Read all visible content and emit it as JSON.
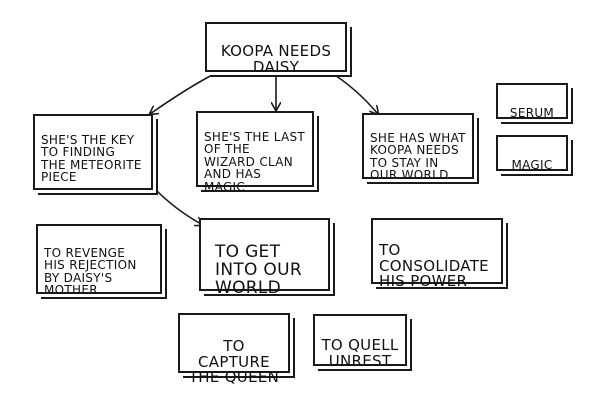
{
  "diagram": {
    "nodes": [
      {
        "id": "koopa-needs-daisy",
        "text": "KOOPA NEEDS\nDAISY"
      },
      {
        "id": "key-to-meteorite",
        "text": "SHE'S THE KEY\nTO FINDING\nTHE METEORITE\nPIECE"
      },
      {
        "id": "last-of-wizard-clan",
        "text": "SHE'S THE LAST\nOF THE\nWIZARD CLAN\nAND HAS MAGIC"
      },
      {
        "id": "has-what-koopa-needs",
        "text": "SHE HAS WHAT\nKOOPA NEEDS\nTO STAY IN\nOUR WORLD"
      },
      {
        "id": "serum",
        "text": "SERUM"
      },
      {
        "id": "magic",
        "text": "MAGIC"
      },
      {
        "id": "revenge-rejection",
        "text": "TO REVENGE\nHIS REJECTION\nBY DAISY'S MOTHER"
      },
      {
        "id": "get-into-our-world",
        "text": "TO GET\nINTO OUR\nWORLD"
      },
      {
        "id": "consolidate-power",
        "text": "TO CONSOLIDATE\nHIS POWER"
      },
      {
        "id": "capture-queen",
        "text": "TO CAPTURE\nTHE QUEEN"
      },
      {
        "id": "quell-unrest",
        "text": "TO QUELL\nUNREST"
      }
    ],
    "edges": [
      {
        "from": "koopa-needs-daisy",
        "to": "key-to-meteorite"
      },
      {
        "from": "koopa-needs-daisy",
        "to": "last-of-wizard-clan"
      },
      {
        "from": "koopa-needs-daisy",
        "to": "has-what-koopa-needs"
      },
      {
        "from": "key-to-meteorite",
        "to": "get-into-our-world"
      }
    ],
    "colors": {
      "ink": "#1a1a1a",
      "paper": "#ffffff"
    }
  }
}
